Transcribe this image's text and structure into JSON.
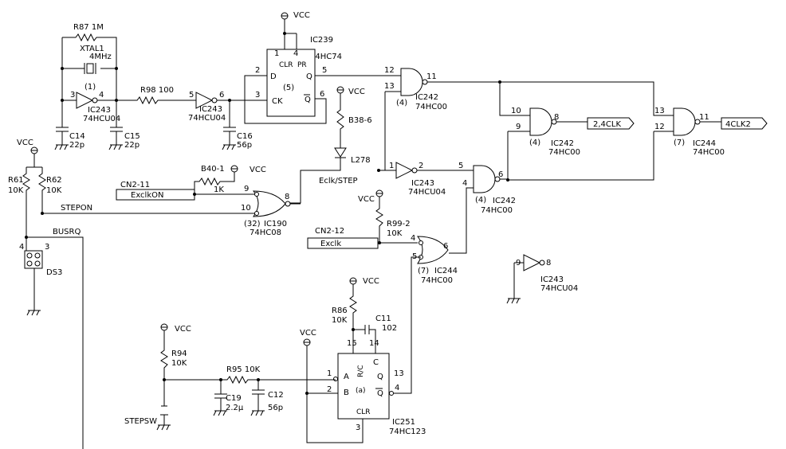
{
  "labels": {
    "vcc": "VCC",
    "r87": "R87 1M",
    "xtal_name": "XTAL1",
    "xtal_freq": "4MHz",
    "ic239": "IC239",
    "ic239_type": "74HC74",
    "pin1": "1",
    "pin2": "2",
    "pin3": "3",
    "pin4": "4",
    "pin5": "5",
    "pin6": "6",
    "pin8": "8",
    "pin9": "9",
    "pin10": "10",
    "pin11": "11",
    "pin12": "12",
    "pin13": "13",
    "pin14": "14",
    "pin15": "15",
    "ff_d": "D",
    "ff_clr": "CLR",
    "ff_pr": "PR",
    "ff_q": "Q",
    "ff_qn": "Q",
    "ff_ck": "CK",
    "ff_unit": "(5)",
    "u1": "(1)",
    "u4": "(4)",
    "u7": "(7)",
    "u32": "(32)",
    "ic243": "IC243",
    "ic243_type": "74HCU04",
    "ic242": "IC242",
    "ic242_type": "74HC00",
    "ic244": "IC244",
    "ic244_type": "74HC00",
    "ic190": "IC190",
    "ic190_type": "74HC08",
    "ic251": "IC251",
    "ic251_type": "74HC123",
    "r98": "R98 100",
    "c14": "C14",
    "c14_v": "22p",
    "c15": "C15",
    "c15_v": "22p",
    "c16": "C16",
    "c16_v": "56p",
    "b38": "B38-6",
    "l278": "L278",
    "sig_24clk": "2,4CLK",
    "sig_4clk2": "4CLK2",
    "eclk_step": "Eclk/STEP",
    "r61": "R61",
    "r61_v": "10K",
    "r62": "R62",
    "r62_v": "10K",
    "cn2_11": "CN2-11",
    "exclkon": "ExclkON",
    "b40": "B40-1",
    "b40_v": "1K",
    "stepon": "STEPON",
    "busrq": "BUSRQ",
    "ds3": "DS3",
    "cn2_12": "CN2-12",
    "exclk": "Exclk",
    "r99": "R99-2",
    "r99_v": "10K",
    "r86": "R86",
    "r86_v": "10K",
    "c11": "C11",
    "c11_v": "102",
    "r94": "R94",
    "r94_v": "10K",
    "r95": "R95 10K",
    "c19": "C19",
    "c19_v": "2.2μ",
    "c12": "C12",
    "c12_v": "56p",
    "stepsw": "STEPSW",
    "mm_a": "A",
    "mm_b": "B",
    "mm_clr": "CLR",
    "mm_q": "Q",
    "mm_qn": "Q",
    "mm_rc": "R/C",
    "mm_c": "C",
    "mm_a_unit": "(a)"
  }
}
